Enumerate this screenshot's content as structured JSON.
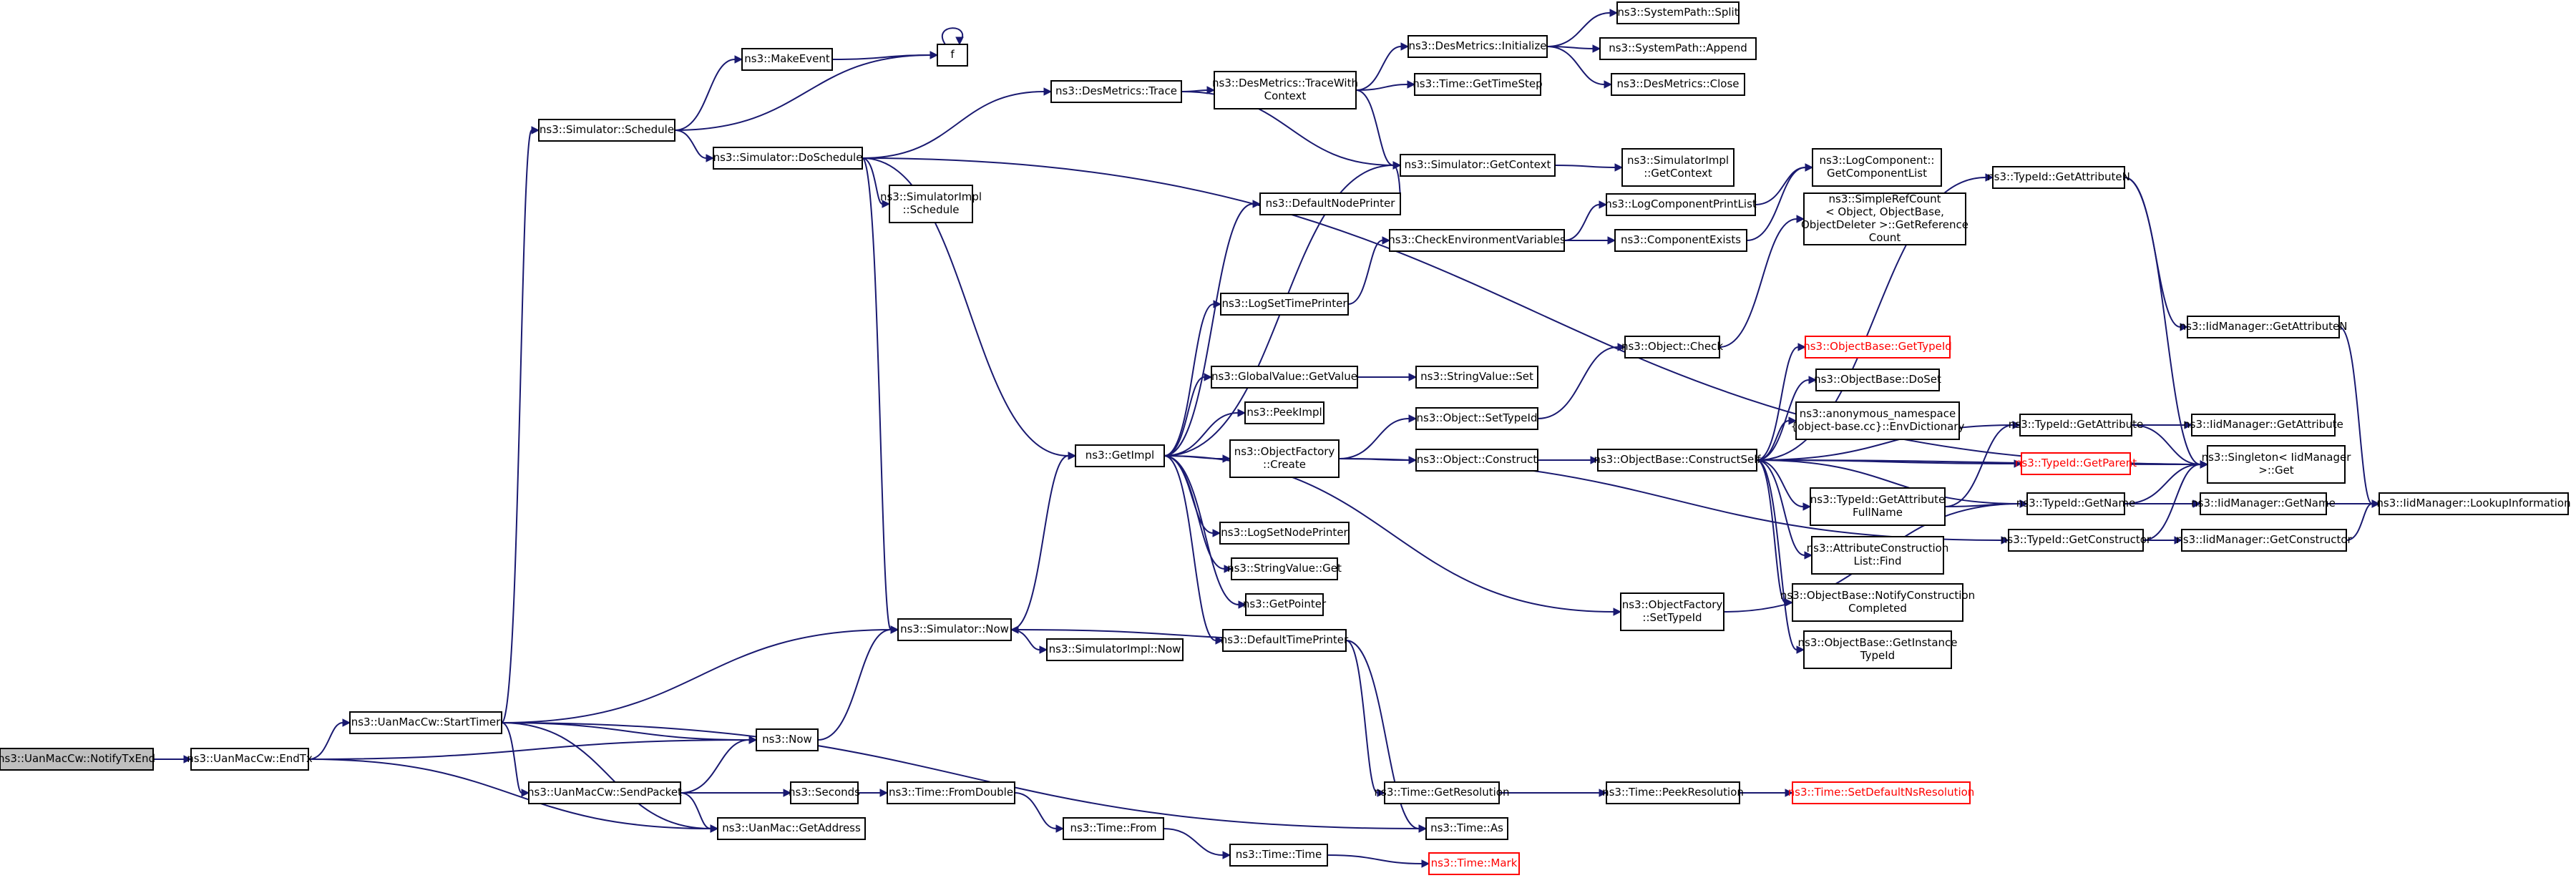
{
  "diagram": {
    "title": "",
    "colors": {
      "edge": "#191970",
      "root_fill": "#bfbfbf",
      "node_border": "#000000",
      "red_node": "#ff0000"
    },
    "nodes": [
      {
        "id": "n0",
        "lines": [
          "ns3::UanMacCw::NotifyTxEnd"
        ],
        "style": "root"
      },
      {
        "id": "n1",
        "lines": [
          "ns3::UanMacCw::EndTx"
        ]
      },
      {
        "id": "n2",
        "lines": [
          "ns3::UanMacCw::StartTimer"
        ]
      },
      {
        "id": "n3",
        "lines": [
          "ns3::Now"
        ]
      },
      {
        "id": "n4",
        "lines": [
          "ns3::UanMacCw::SendPacket"
        ]
      },
      {
        "id": "n5",
        "lines": [
          "ns3::UanMac::GetAddress"
        ]
      },
      {
        "id": "n6",
        "lines": [
          "ns3::Simulator::Schedule"
        ]
      },
      {
        "id": "n7",
        "lines": [
          "ns3::Simulator::Now"
        ]
      },
      {
        "id": "n8",
        "lines": [
          "ns3::Seconds"
        ]
      },
      {
        "id": "n9",
        "lines": [
          "ns3::Time::As"
        ]
      },
      {
        "id": "n10",
        "lines": [
          "ns3::MakeEvent"
        ]
      },
      {
        "id": "n11",
        "lines": [
          "f"
        ]
      },
      {
        "id": "n12",
        "lines": [
          "ns3::Simulator::DoSchedule"
        ]
      },
      {
        "id": "n13",
        "lines": [
          "ns3::DesMetrics::Trace"
        ]
      },
      {
        "id": "n14",
        "lines": [
          "ns3::SimulatorImpl",
          "::Schedule"
        ]
      },
      {
        "id": "n15",
        "lines": [
          "ns3::GetImpl"
        ]
      },
      {
        "id": "n16",
        "lines": [
          "ns3::SimulatorImpl::Now"
        ]
      },
      {
        "id": "n17",
        "lines": [
          "ns3::DesMetrics::TraceWith",
          "Context"
        ]
      },
      {
        "id": "n18",
        "lines": [
          "ns3::Simulator::GetContext"
        ]
      },
      {
        "id": "n19",
        "lines": [
          "ns3::DesMetrics::Initialize"
        ]
      },
      {
        "id": "n20",
        "lines": [
          "ns3::Time::GetTimeStep"
        ]
      },
      {
        "id": "n21",
        "lines": [
          "ns3::SystemPath::Split"
        ]
      },
      {
        "id": "n22",
        "lines": [
          "ns3::SystemPath::Append"
        ]
      },
      {
        "id": "n23",
        "lines": [
          "ns3::DesMetrics::Close"
        ]
      },
      {
        "id": "n24",
        "lines": [
          "ns3::SimulatorImpl",
          "::GetContext"
        ]
      },
      {
        "id": "n25",
        "lines": [
          "ns3::DefaultNodePrinter"
        ]
      },
      {
        "id": "n26",
        "lines": [
          "ns3::CheckEnvironmentVariables"
        ]
      },
      {
        "id": "n27",
        "lines": [
          "ns3::LogSetTimePrinter"
        ]
      },
      {
        "id": "n28",
        "lines": [
          "ns3::GlobalValue::GetValue"
        ]
      },
      {
        "id": "n29",
        "lines": [
          "ns3::PeekImpl"
        ]
      },
      {
        "id": "n30",
        "lines": [
          "ns3::ObjectFactory",
          "::Create"
        ]
      },
      {
        "id": "n31",
        "lines": [
          "ns3::LogSetNodePrinter"
        ]
      },
      {
        "id": "n32",
        "lines": [
          "ns3::StringValue::Get"
        ]
      },
      {
        "id": "n33",
        "lines": [
          "ns3::GetPointer"
        ]
      },
      {
        "id": "n34",
        "lines": [
          "ns3::DefaultTimePrinter"
        ]
      },
      {
        "id": "n35",
        "lines": [
          "ns3::ObjectFactory",
          "::SetTypeId"
        ]
      },
      {
        "id": "n36",
        "lines": [
          "ns3::LogComponentPrintList"
        ]
      },
      {
        "id": "n37",
        "lines": [
          "ns3::LogComponent::",
          "GetComponentList"
        ]
      },
      {
        "id": "n38",
        "lines": [
          "ns3::ComponentExists"
        ]
      },
      {
        "id": "n39",
        "lines": [
          "ns3::StringValue::Set"
        ]
      },
      {
        "id": "n40",
        "lines": [
          "ns3::Object::SetTypeId"
        ]
      },
      {
        "id": "n41",
        "lines": [
          "ns3::Object::Construct"
        ]
      },
      {
        "id": "n42",
        "lines": [
          "ns3::Object::Check"
        ]
      },
      {
        "id": "n43",
        "lines": [
          "ns3::ObjectBase::ConstructSelf"
        ]
      },
      {
        "id": "n44",
        "lines": [
          "ns3::SimpleRefCount",
          "< Object, ObjectBase,",
          "ObjectDeleter >::GetReference",
          "Count"
        ]
      },
      {
        "id": "n45",
        "lines": [
          "ns3::ObjectBase::GetTypeId"
        ],
        "style": "red"
      },
      {
        "id": "n46",
        "lines": [
          "ns3::ObjectBase::DoSet"
        ]
      },
      {
        "id": "n47",
        "lines": [
          "ns3::anonymous_namespace",
          "{object-base.cc}::EnvDictionary"
        ]
      },
      {
        "id": "n48",
        "lines": [
          "ns3::TypeId::GetAttribute",
          "FullName"
        ]
      },
      {
        "id": "n49",
        "lines": [
          "ns3::AttributeConstruction",
          "List::Find"
        ]
      },
      {
        "id": "n50",
        "lines": [
          "ns3::ObjectBase::NotifyConstruction",
          "Completed"
        ]
      },
      {
        "id": "n51",
        "lines": [
          "ns3::ObjectBase::GetInstance",
          "TypeId"
        ]
      },
      {
        "id": "n52",
        "lines": [
          "ns3::TypeId::GetAttributeN"
        ]
      },
      {
        "id": "n53",
        "lines": [
          "ns3::TypeId::GetAttribute"
        ]
      },
      {
        "id": "n54",
        "lines": [
          "ns3::TypeId::GetParent"
        ],
        "style": "red"
      },
      {
        "id": "n55",
        "lines": [
          "ns3::TypeId::GetName"
        ]
      },
      {
        "id": "n56",
        "lines": [
          "ns3::TypeId::GetConstructor"
        ]
      },
      {
        "id": "n57",
        "lines": [
          "ns3::IidManager::GetAttributeN"
        ]
      },
      {
        "id": "n58",
        "lines": [
          "ns3::IidManager::GetAttribute"
        ]
      },
      {
        "id": "n59",
        "lines": [
          "ns3::Singleton< IidManager",
          ">::Get"
        ]
      },
      {
        "id": "n60",
        "lines": [
          "ns3::IidManager::GetName"
        ]
      },
      {
        "id": "n61",
        "lines": [
          "ns3::IidManager::GetConstructor"
        ]
      },
      {
        "id": "n62",
        "lines": [
          "ns3::IidManager::LookupInformation"
        ]
      },
      {
        "id": "n63",
        "lines": [
          "ns3::Time::FromDouble"
        ]
      },
      {
        "id": "n64",
        "lines": [
          "ns3::Time::From"
        ]
      },
      {
        "id": "n65",
        "lines": [
          "ns3::Time::Time"
        ]
      },
      {
        "id": "n66",
        "lines": [
          "ns3::Time::Mark"
        ],
        "style": "red"
      },
      {
        "id": "n67",
        "lines": [
          "ns3::Time::GetResolution"
        ]
      },
      {
        "id": "n68",
        "lines": [
          "ns3::Time::PeekResolution"
        ]
      },
      {
        "id": "n69",
        "lines": [
          "ns3::Time::SetDefaultNsResolution"
        ],
        "style": "red"
      }
    ],
    "edges": [
      [
        "n0",
        "n1"
      ],
      [
        "n1",
        "n2"
      ],
      [
        "n1",
        "n3"
      ],
      [
        "n1",
        "n5"
      ],
      [
        "n2",
        "n6"
      ],
      [
        "n2",
        "n7"
      ],
      [
        "n2",
        "n3"
      ],
      [
        "n2",
        "n4"
      ],
      [
        "n2",
        "n5"
      ],
      [
        "n2",
        "n9"
      ],
      [
        "n4",
        "n3"
      ],
      [
        "n4",
        "n5"
      ],
      [
        "n4",
        "n8"
      ],
      [
        "n3",
        "n7"
      ],
      [
        "n6",
        "n10"
      ],
      [
        "n6",
        "n11"
      ],
      [
        "n6",
        "n12"
      ],
      [
        "n10",
        "n11"
      ],
      [
        "n11",
        "n11"
      ],
      [
        "n12",
        "n13"
      ],
      [
        "n12",
        "n14"
      ],
      [
        "n12",
        "n15"
      ],
      [
        "n12",
        "n7"
      ],
      [
        "n12",
        "n59"
      ],
      [
        "n13",
        "n17"
      ],
      [
        "n13",
        "n18"
      ],
      [
        "n17",
        "n19"
      ],
      [
        "n17",
        "n20"
      ],
      [
        "n17",
        "n18"
      ],
      [
        "n19",
        "n21"
      ],
      [
        "n19",
        "n22"
      ],
      [
        "n19",
        "n23"
      ],
      [
        "n18",
        "n24"
      ],
      [
        "n7",
        "n16"
      ],
      [
        "n7",
        "n15"
      ],
      [
        "n15",
        "n25"
      ],
      [
        "n15",
        "n18"
      ],
      [
        "n15",
        "n27"
      ],
      [
        "n15",
        "n28"
      ],
      [
        "n15",
        "n29"
      ],
      [
        "n15",
        "n30"
      ],
      [
        "n15",
        "n31"
      ],
      [
        "n15",
        "n32"
      ],
      [
        "n15",
        "n33"
      ],
      [
        "n15",
        "n34"
      ],
      [
        "n15",
        "n35"
      ],
      [
        "n25",
        "n18"
      ],
      [
        "n27",
        "n26"
      ],
      [
        "n26",
        "n36"
      ],
      [
        "n26",
        "n38"
      ],
      [
        "n36",
        "n37"
      ],
      [
        "n38",
        "n37"
      ],
      [
        "n28",
        "n39"
      ],
      [
        "n30",
        "n40"
      ],
      [
        "n30",
        "n41"
      ],
      [
        "n30",
        "n56"
      ],
      [
        "n40",
        "n42"
      ],
      [
        "n42",
        "n44"
      ],
      [
        "n41",
        "n43"
      ],
      [
        "n43",
        "n45"
      ],
      [
        "n43",
        "n46"
      ],
      [
        "n43",
        "n47"
      ],
      [
        "n43",
        "n48"
      ],
      [
        "n43",
        "n49"
      ],
      [
        "n43",
        "n50"
      ],
      [
        "n43",
        "n51"
      ],
      [
        "n43",
        "n52"
      ],
      [
        "n43",
        "n53"
      ],
      [
        "n43",
        "n54"
      ],
      [
        "n43",
        "n55"
      ],
      [
        "n43",
        "n59"
      ],
      [
        "n35",
        "n55"
      ],
      [
        "n34",
        "n7"
      ],
      [
        "n34",
        "n9"
      ],
      [
        "n34",
        "n67"
      ],
      [
        "n48",
        "n53"
      ],
      [
        "n48",
        "n55"
      ],
      [
        "n52",
        "n57"
      ],
      [
        "n52",
        "n59"
      ],
      [
        "n53",
        "n58"
      ],
      [
        "n53",
        "n59"
      ],
      [
        "n54",
        "n59"
      ],
      [
        "n55",
        "n60"
      ],
      [
        "n55",
        "n59"
      ],
      [
        "n56",
        "n61"
      ],
      [
        "n56",
        "n59"
      ],
      [
        "n57",
        "n62"
      ],
      [
        "n60",
        "n62"
      ],
      [
        "n61",
        "n62"
      ],
      [
        "n8",
        "n63"
      ],
      [
        "n63",
        "n64"
      ],
      [
        "n64",
        "n65"
      ],
      [
        "n65",
        "n66"
      ],
      [
        "n67",
        "n68"
      ],
      [
        "n68",
        "n69"
      ]
    ]
  }
}
